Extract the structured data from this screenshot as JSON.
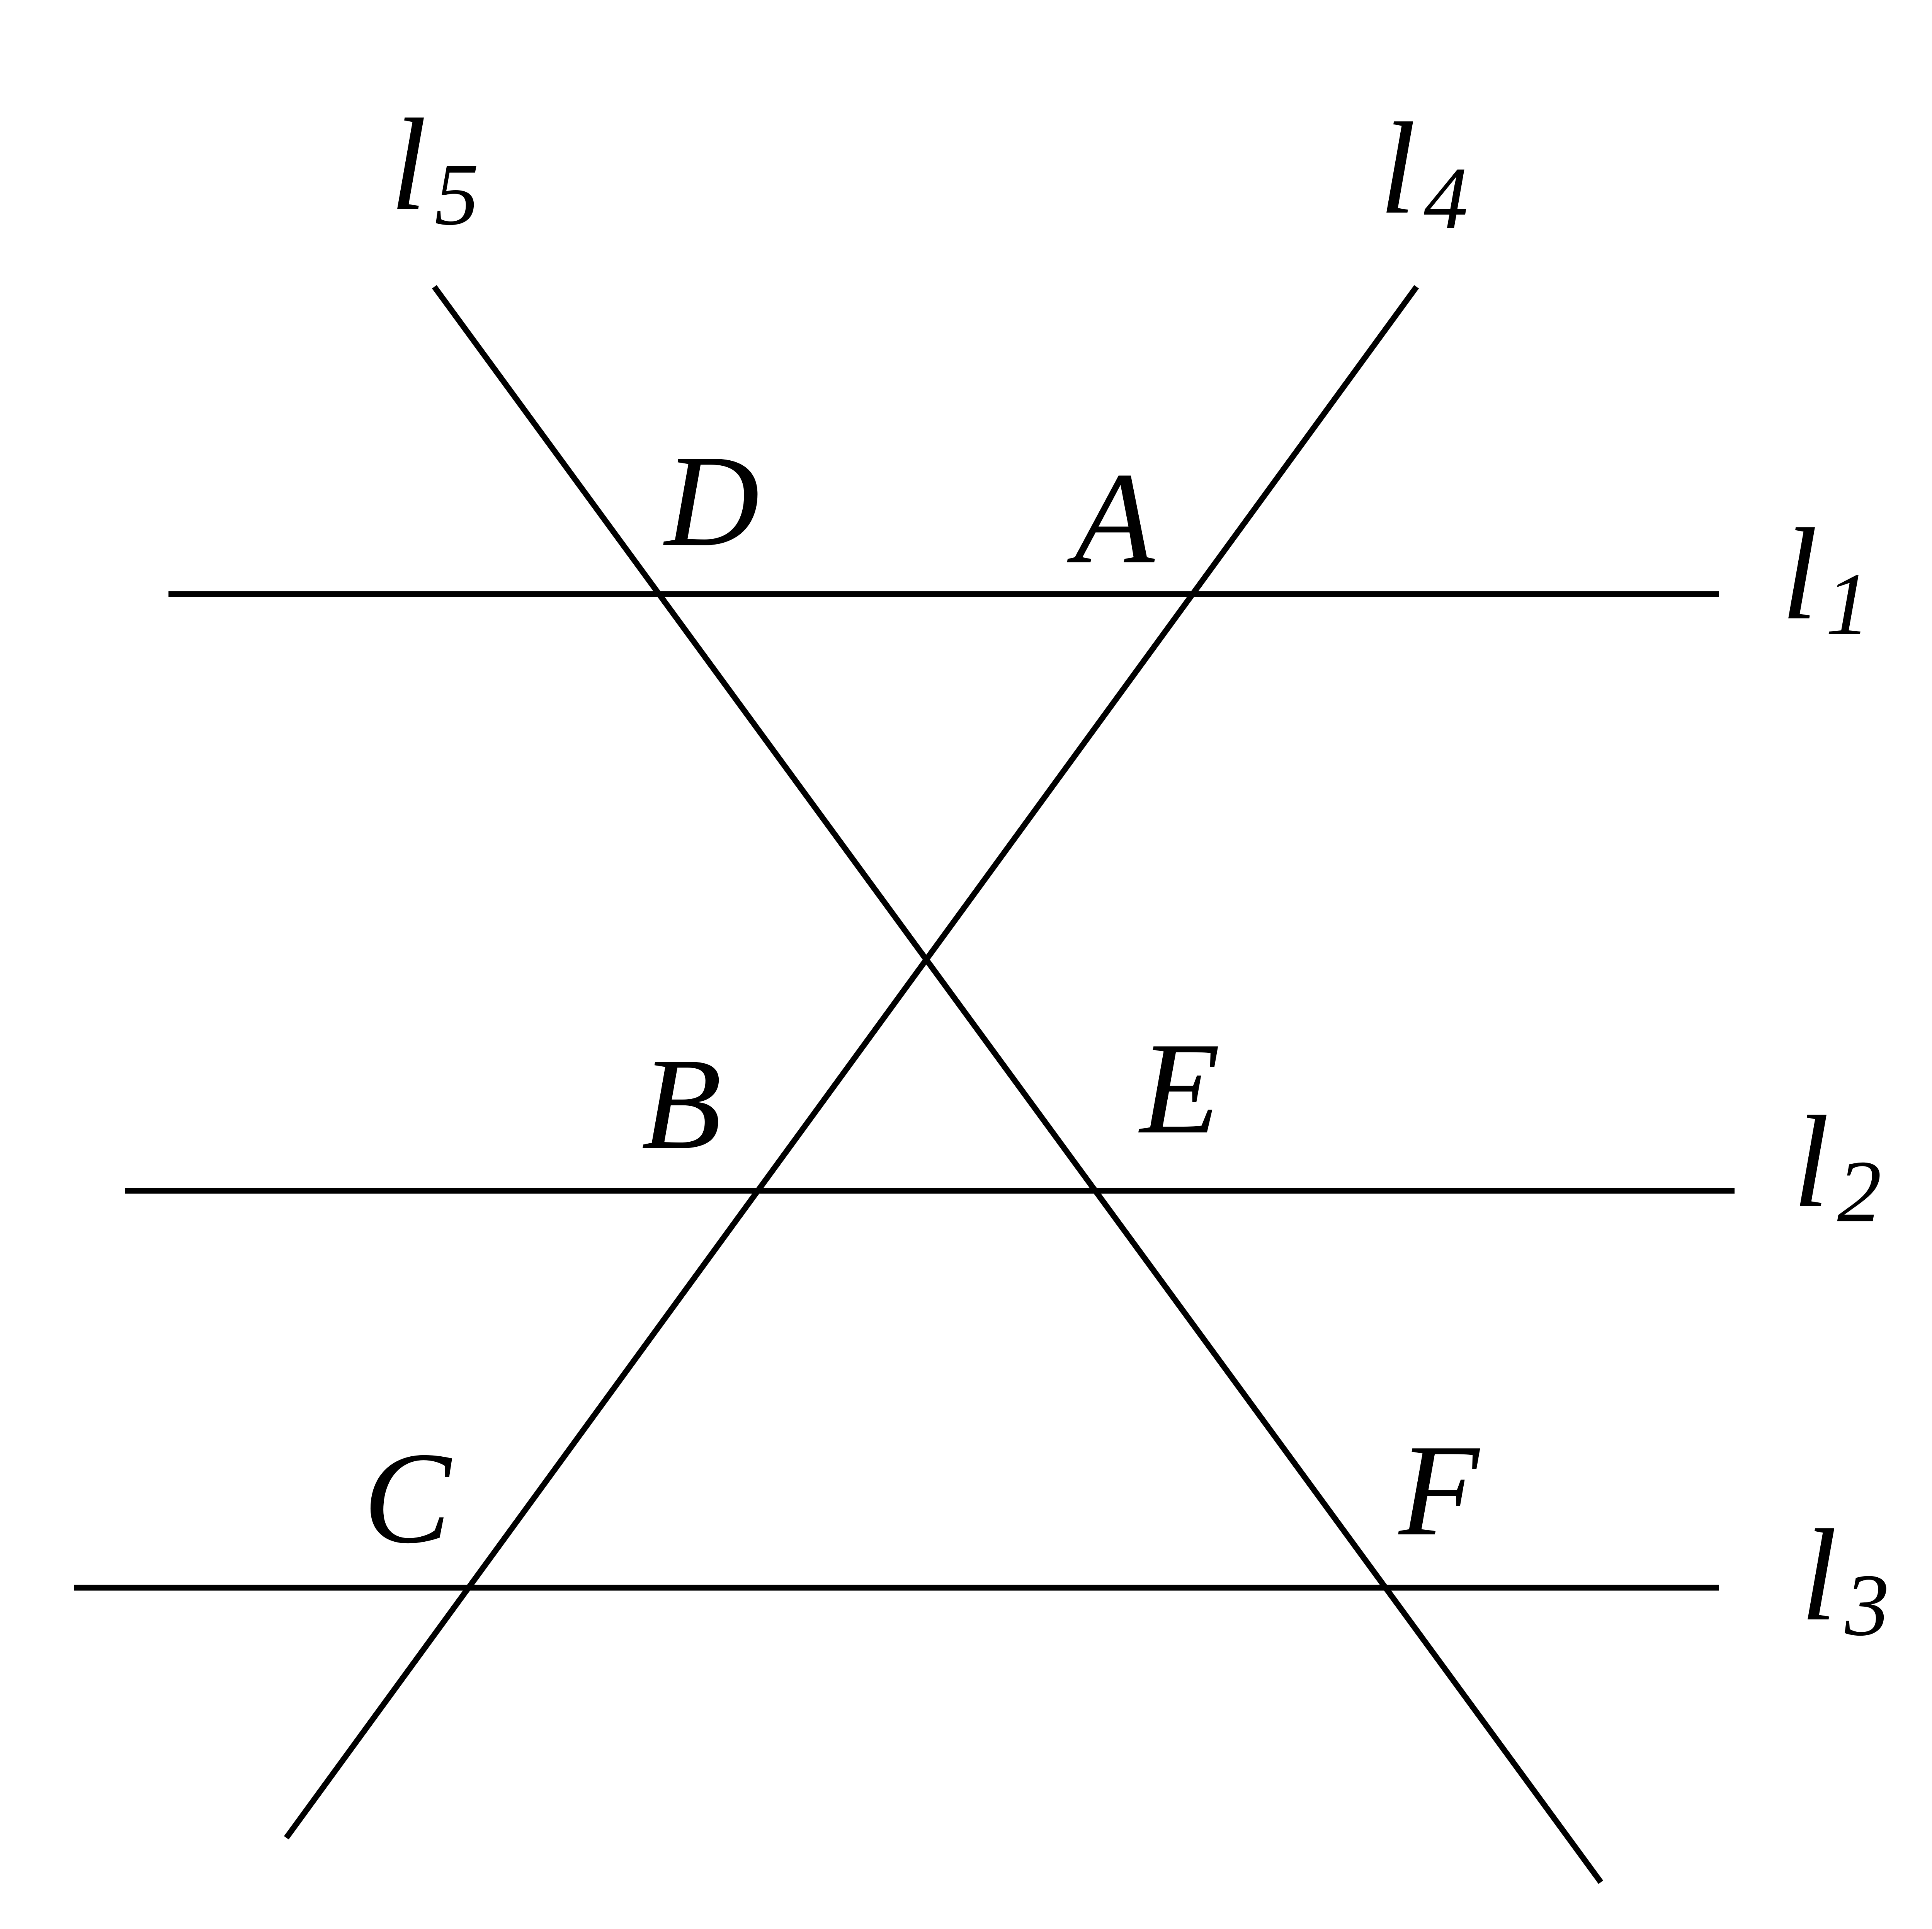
{
  "diagram": {
    "line_labels": {
      "l1": {
        "letter": "l",
        "sub": "1"
      },
      "l2": {
        "letter": "l",
        "sub": "2"
      },
      "l3": {
        "letter": "l",
        "sub": "3"
      },
      "l4": {
        "letter": "l",
        "sub": "4"
      },
      "l5": {
        "letter": "l",
        "sub": "5"
      }
    },
    "points": {
      "A": "A",
      "B": "B",
      "C": "C",
      "D": "D",
      "E": "E",
      "F": "F"
    },
    "colors": {
      "stroke": "#000000",
      "background": "#ffffff"
    }
  }
}
